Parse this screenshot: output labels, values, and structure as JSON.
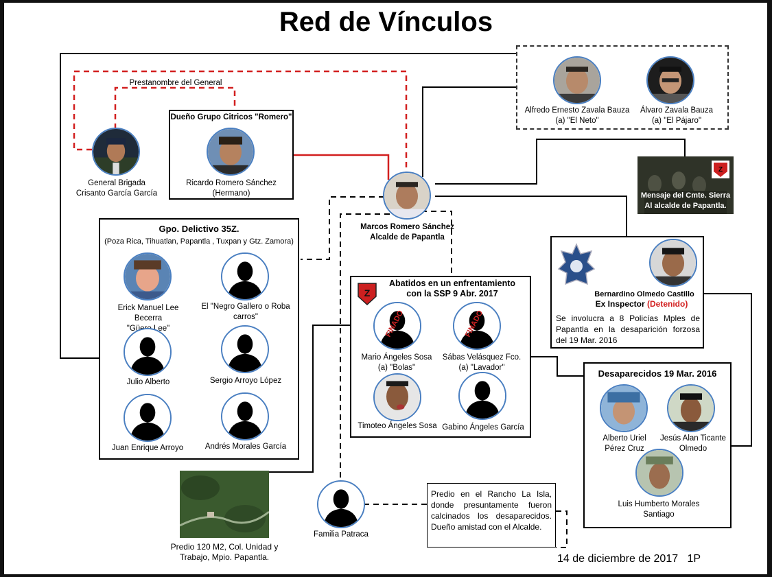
{
  "title": "Red de Vínculos",
  "footer": "14 de diciembre de 2017   1P",
  "prestanombre_label": "Prestanombre del General",
  "general": {
    "name": "General Brigada\nCrisanto García García"
  },
  "romero_box": {
    "header": "Dueño Grupo Citricos \"Romero\"",
    "name": "Ricardo Romero Sánchez\n(Hermano)"
  },
  "alcalde": {
    "name": "Marcos Romero Sánchez\nAlcalde de Papantla"
  },
  "zavala": [
    {
      "name": "Alfredo Ernesto Zavala Bauza\n(a) \"El Neto\""
    },
    {
      "name": "Álvaro Zavala Bauza\n(a) \"El Pájaro\""
    }
  ],
  "mensaje": {
    "text": "Mensaje del Cmte. Sierra\nAl alcalde de Papantla."
  },
  "grupo": {
    "header": "Gpo. Delictivo 35Z.",
    "subheader": "(Poza Rica, Tihuatlan, Papantla , Tuxpan y Gtz. Zamora)",
    "members": [
      "Erick Manuel Lee Becerra\n\"Güero Lee\"",
      "El \"Negro Gallero o Roba\ncarros\"",
      "Julio Alberto",
      "Sergio Arroyo López",
      "Juan Enrique Arroyo",
      "Andrés Morales García"
    ]
  },
  "abatidos": {
    "header": "Abatidos en un enfrentamiento\ncon la SSP 9 Abr. 2017",
    "finado": "FINADO",
    "members": [
      "Mario Ángeles Sosa\n(a) \"Bolas\"",
      "Sábas Velásquez Fco.\n(a) \"Lavador\"",
      "Timoteo Ángeles Sosa",
      "Gabino Ángeles García"
    ]
  },
  "inspector": {
    "name": "Bernardino Olmedo Castillo",
    "role": "Ex Inspector",
    "status": "(Detenido)",
    "text": "Se involucra a 8 Policías Mples de Papantla en la desaparición forzosa del 19 Mar. 2016"
  },
  "desaparecidos": {
    "header": "Desaparecidos 19 Mar. 2016",
    "members": [
      "Alberto Uriel\nPérez Cruz",
      "Jesús Alan Ticante\nOlmedo",
      "Luis Humberto Morales\nSantiago"
    ]
  },
  "predio": {
    "caption": "Predio 120 M2, Col. Unidad y\nTrabajo, Mpio. Papantla."
  },
  "patraca": {
    "name": "Familia Patraca"
  },
  "rancho": {
    "text": "Predio en el Rancho La Isla, donde presuntamente fueron calcinados los desaparecidos. Dueño amistad con el Alcalde."
  },
  "colors": {
    "red_line": "#d21f1f",
    "avatar_border": "#4a7fc1",
    "detenido": "#d21f1f"
  }
}
